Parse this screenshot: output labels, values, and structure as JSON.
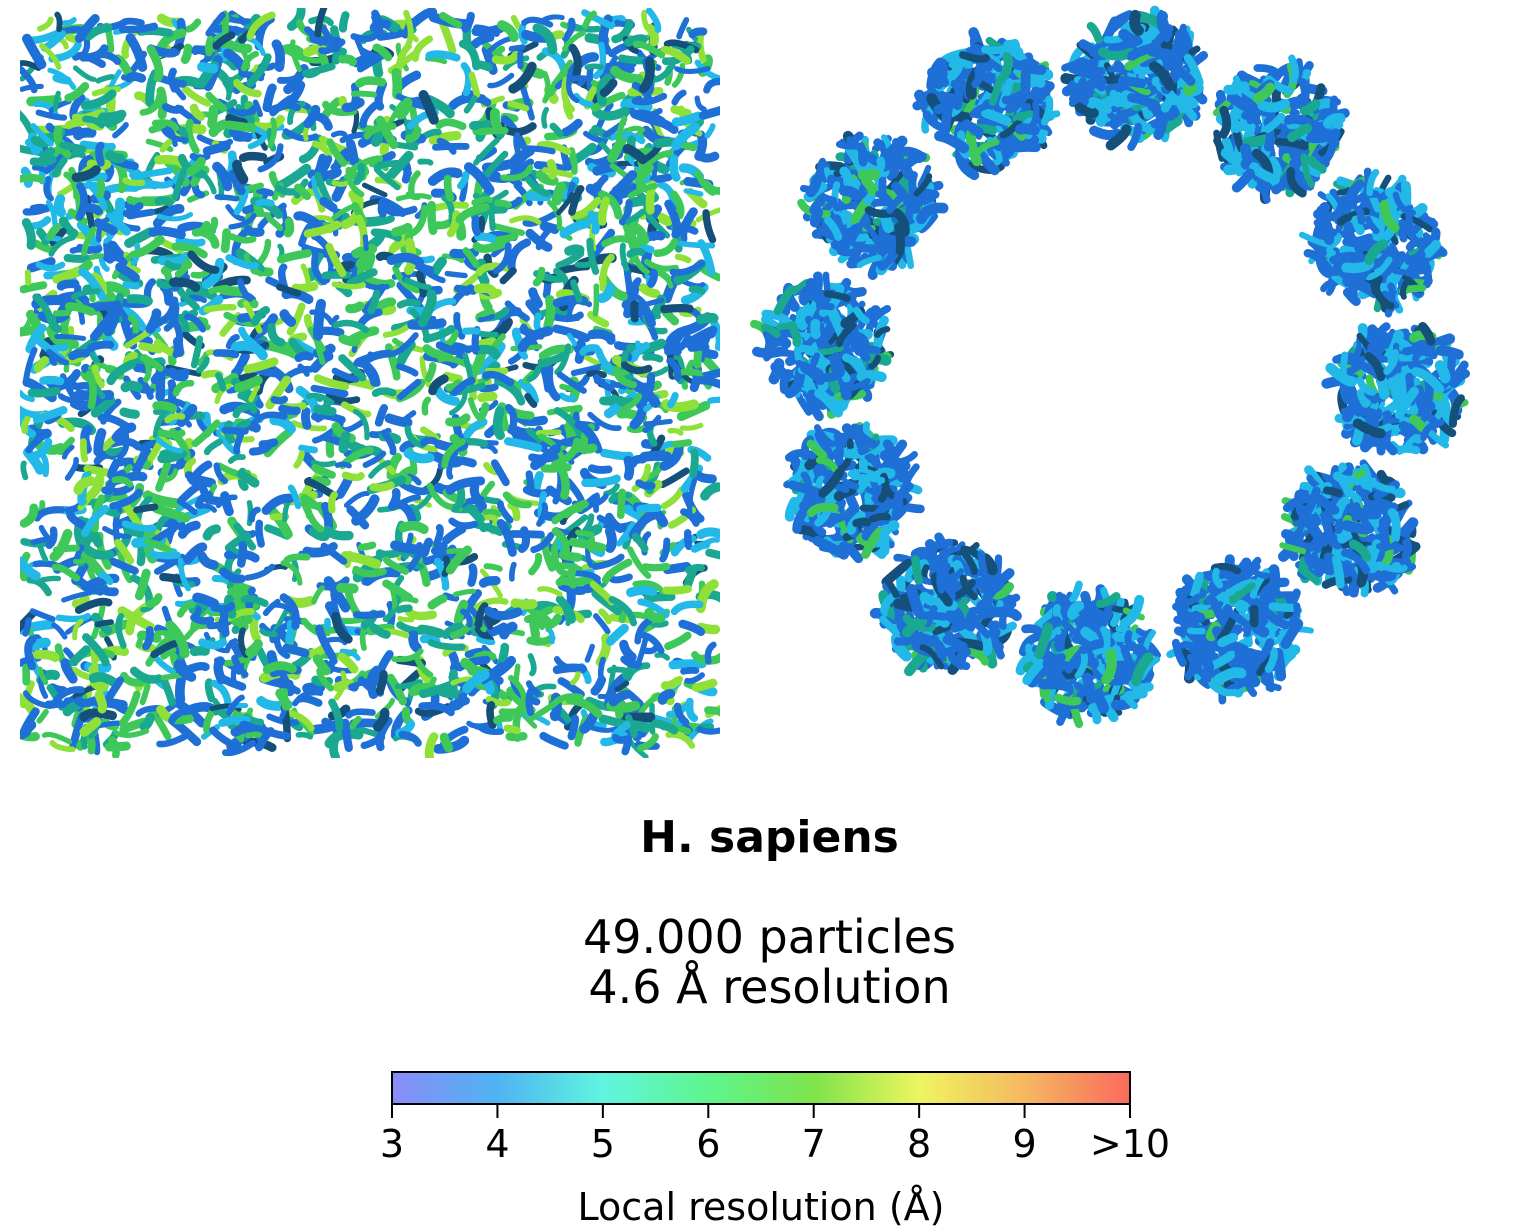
{
  "title": "H. sapiens",
  "stats": {
    "particles": "49.000 particles",
    "resolution": "4.6 Å resolution"
  },
  "colorbar": {
    "label": "Local resolution (Å)",
    "ticks": [
      "3",
      "4",
      "5",
      "6",
      "7",
      "8",
      "9",
      ">10"
    ],
    "colors": [
      "#8a8cf8",
      "#4fb3f2",
      "#5ff5df",
      "#5ef58e",
      "#7de34a",
      "#eef560",
      "#f5b860",
      "#fa6a5e"
    ]
  },
  "map_colors": {
    "blue": "#1e6fd6",
    "cyan": "#22b8e8",
    "teal": "#1aa890",
    "green": "#3fc85a",
    "lime": "#8fe13a",
    "dark": "#15507a"
  }
}
